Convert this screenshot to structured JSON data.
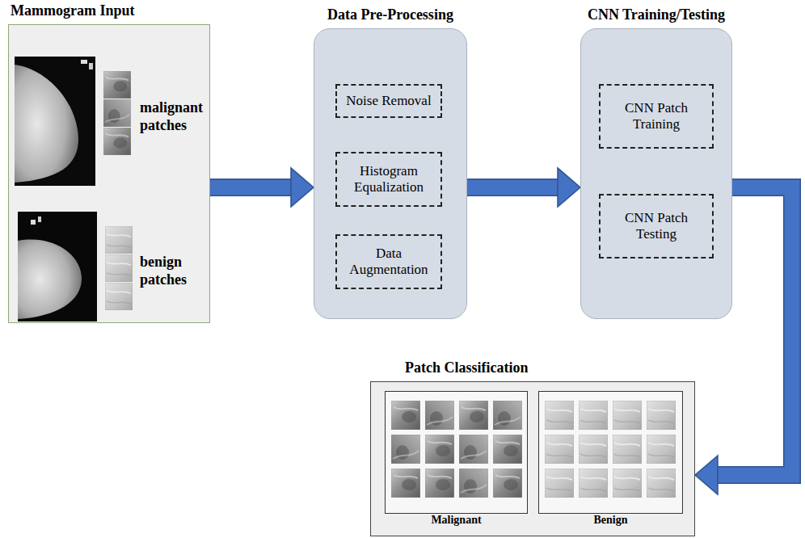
{
  "diagram": {
    "nodes": [
      {
        "text": [
          "Mammogram Input",
          "malignant patches",
          "benign patches"
        ]
      },
      {
        "text": [
          "Data Pre-Processing"
        ]
      },
      {
        "text": [
          "Noise Removal"
        ],
        "in": 1
      },
      {
        "text": [
          "Histogram Equalization"
        ],
        "in": 1
      },
      {
        "text": [
          "Data Augmentation"
        ],
        "in": 1
      },
      {
        "text": [
          "CNN Training/Testing"
        ]
      },
      {
        "text": [
          "CNN Patch Training"
        ],
        "in": 5
      },
      {
        "text": [
          "CNN Patch Testing"
        ],
        "in": 5
      },
      {
        "text": [
          "Patch Classification"
        ]
      },
      {
        "text": [
          "Malignant"
        ],
        "in": 8
      },
      {
        "text": [
          "Benign"
        ],
        "in": 8
      }
    ],
    "edges": [
      {
        "from": 0,
        "to": 1,
        "arrow": "to"
      },
      {
        "from": 1,
        "to": 5,
        "arrow": "to"
      },
      {
        "from": 5,
        "to": 8,
        "arrow": "to"
      }
    ]
  }
}
